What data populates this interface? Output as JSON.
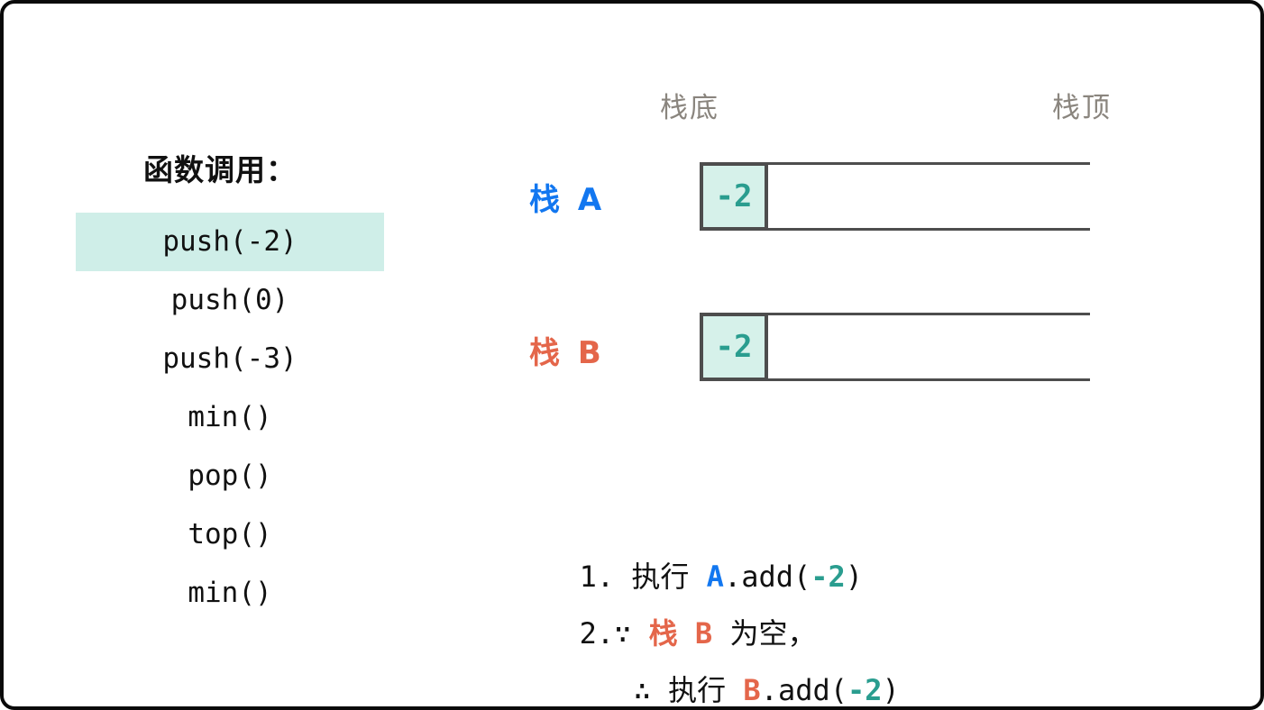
{
  "colors": {
    "stack_a_blue": "#1277f0",
    "stack_b_orange": "#e4664a",
    "value_teal": "#2a9d8f",
    "highlight_mint": "#cfeee8",
    "cell_fill_mint": "#d6f1ea",
    "cell_border_gray": "#4d4d4d",
    "position_label_gray": "#8a857e"
  },
  "function_calls": {
    "title": "函数调用：",
    "items": [
      {
        "label": "push(-2)",
        "highlighted": true
      },
      {
        "label": "push(0)",
        "highlighted": false
      },
      {
        "label": "push(-3)",
        "highlighted": false
      },
      {
        "label": "min()",
        "highlighted": false
      },
      {
        "label": "pop()",
        "highlighted": false
      },
      {
        "label": "top()",
        "highlighted": false
      },
      {
        "label": "min()",
        "highlighted": false
      }
    ]
  },
  "stacks": {
    "bottom_label": "栈底",
    "top_label": "栈顶",
    "a": {
      "name": "栈 A",
      "cells": [
        "-2"
      ]
    },
    "b": {
      "name": "栈 B",
      "cells": [
        "-2"
      ]
    }
  },
  "explanation": {
    "line1": {
      "num": "1.",
      "verb": " 执行 ",
      "stack": "A",
      "mid": ".add(",
      "value": "-2",
      "close": ")"
    },
    "line2": {
      "num": "2.",
      "because": "∵ ",
      "stack": "栈 B",
      "rest": " 为空，"
    },
    "line3": {
      "therefore": "∴ ",
      "verb": "执行 ",
      "stack": "B",
      "mid": ".add(",
      "value": "-2",
      "close": ")"
    }
  }
}
